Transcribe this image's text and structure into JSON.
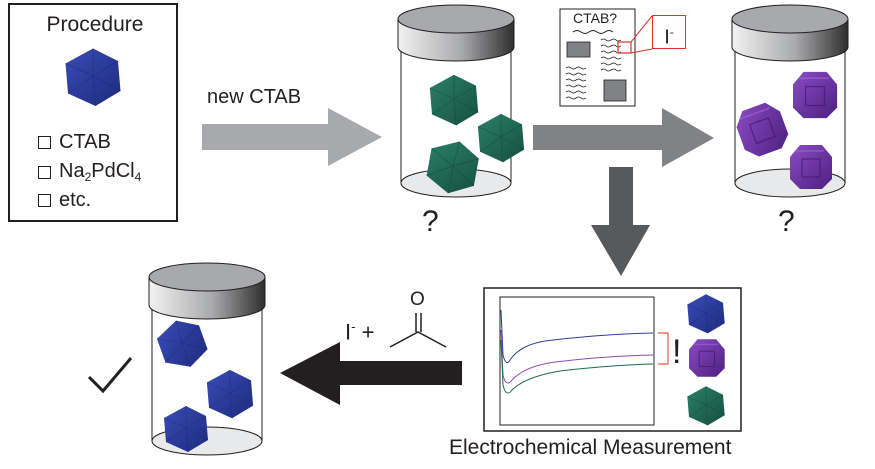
{
  "procedure": {
    "title": "Procedure",
    "items": [
      {
        "label": "CTAB",
        "checked": false
      },
      {
        "label": "Na",
        "sub1": "2",
        "mid": "PdCl",
        "sub2": "4",
        "checked": false
      },
      {
        "label": "etc.",
        "checked": false
      }
    ]
  },
  "arrows": {
    "new_ctab_label": "new CTAB",
    "reagent_ion": "I",
    "reagent_charge": "-",
    "reagent_plus": "+",
    "acetone_oxygen": "O"
  },
  "jars": [
    {
      "name": "target-jar",
      "particles": "blue cubes",
      "result": ""
    },
    {
      "name": "new-ctab-jar",
      "particles": "green cubes",
      "result": "?"
    },
    {
      "name": "impurity-jar",
      "particles": "purple concave cubes",
      "result": "?"
    },
    {
      "name": "fixed-jar",
      "particles": "blue cubes",
      "result": "✓"
    }
  ],
  "document_inset": {
    "title": "CTAB?",
    "callout_ion": "I",
    "callout_charge": "-"
  },
  "measurement": {
    "label": "Electrochemical Measurement",
    "exclamation": "!",
    "series": [
      {
        "name": "blue",
        "color": "#2c3e9a"
      },
      {
        "name": "purple",
        "color": "#8a4fb0"
      },
      {
        "name": "green",
        "color": "#1e6b4a"
      }
    ]
  },
  "colors": {
    "blue_particle": "#2a3a9c",
    "green_particle": "#1f6e5a",
    "purple_particle": "#6a2ea0",
    "arrow_light": "#a7a9ac",
    "arrow_mid": "#808285",
    "arrow_dark": "#58595b",
    "arrow_black": "#231f20",
    "callout_red": "#e0302a"
  }
}
